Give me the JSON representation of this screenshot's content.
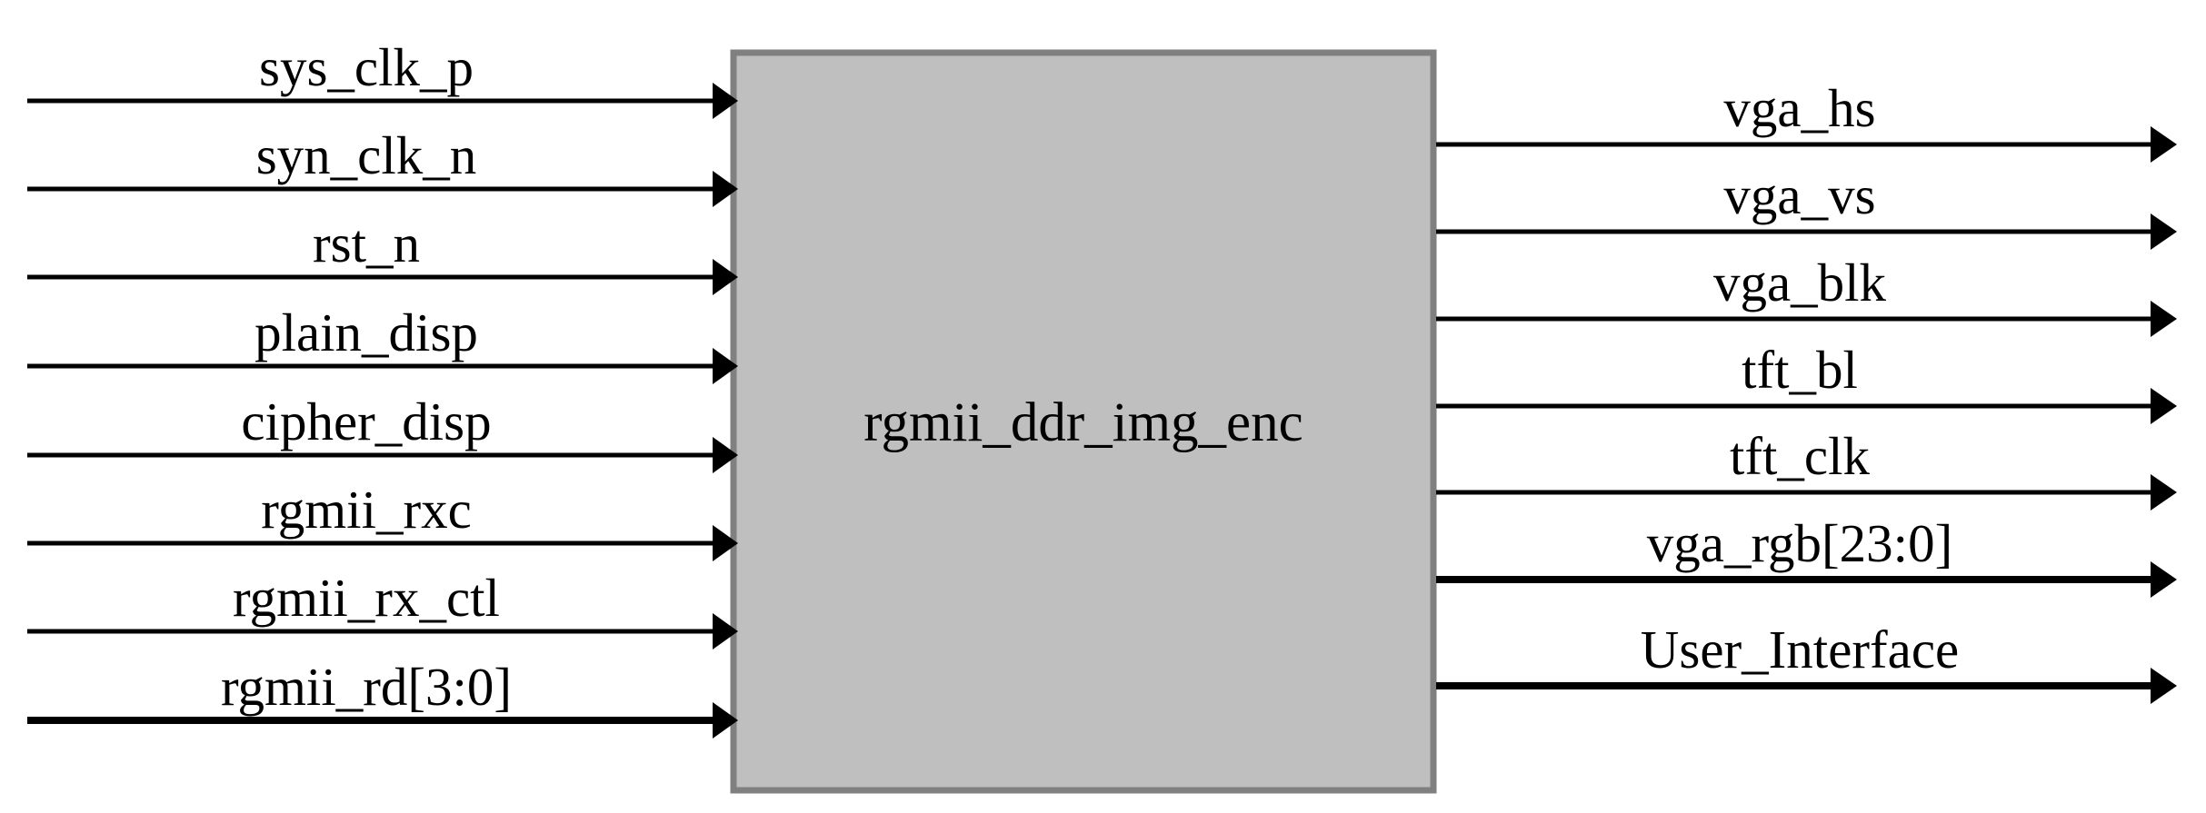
{
  "block": {
    "name": "rgmii_ddr_img_enc",
    "fill": "#bfbfbf",
    "border": "#808080"
  },
  "inputs": [
    {
      "label": "sys_clk_p",
      "bus": false
    },
    {
      "label": "syn_clk_n",
      "bus": false
    },
    {
      "label": "rst_n",
      "bus": false
    },
    {
      "label": "plain_disp",
      "bus": false
    },
    {
      "label": "cipher_disp",
      "bus": false
    },
    {
      "label": "rgmii_rxc",
      "bus": false
    },
    {
      "label": "rgmii_rx_ctl",
      "bus": false
    },
    {
      "label": "rgmii_rd[3:0]",
      "bus": true
    }
  ],
  "outputs": [
    {
      "label": "vga_hs",
      "bus": false
    },
    {
      "label": "vga_vs",
      "bus": false
    },
    {
      "label": "vga_blk",
      "bus": false
    },
    {
      "label": "tft_bl",
      "bus": false
    },
    {
      "label": "tft_clk",
      "bus": false
    },
    {
      "label": "vga_rgb[23:0]",
      "bus": true
    },
    {
      "label": "User_Interface",
      "bus": true
    }
  ]
}
